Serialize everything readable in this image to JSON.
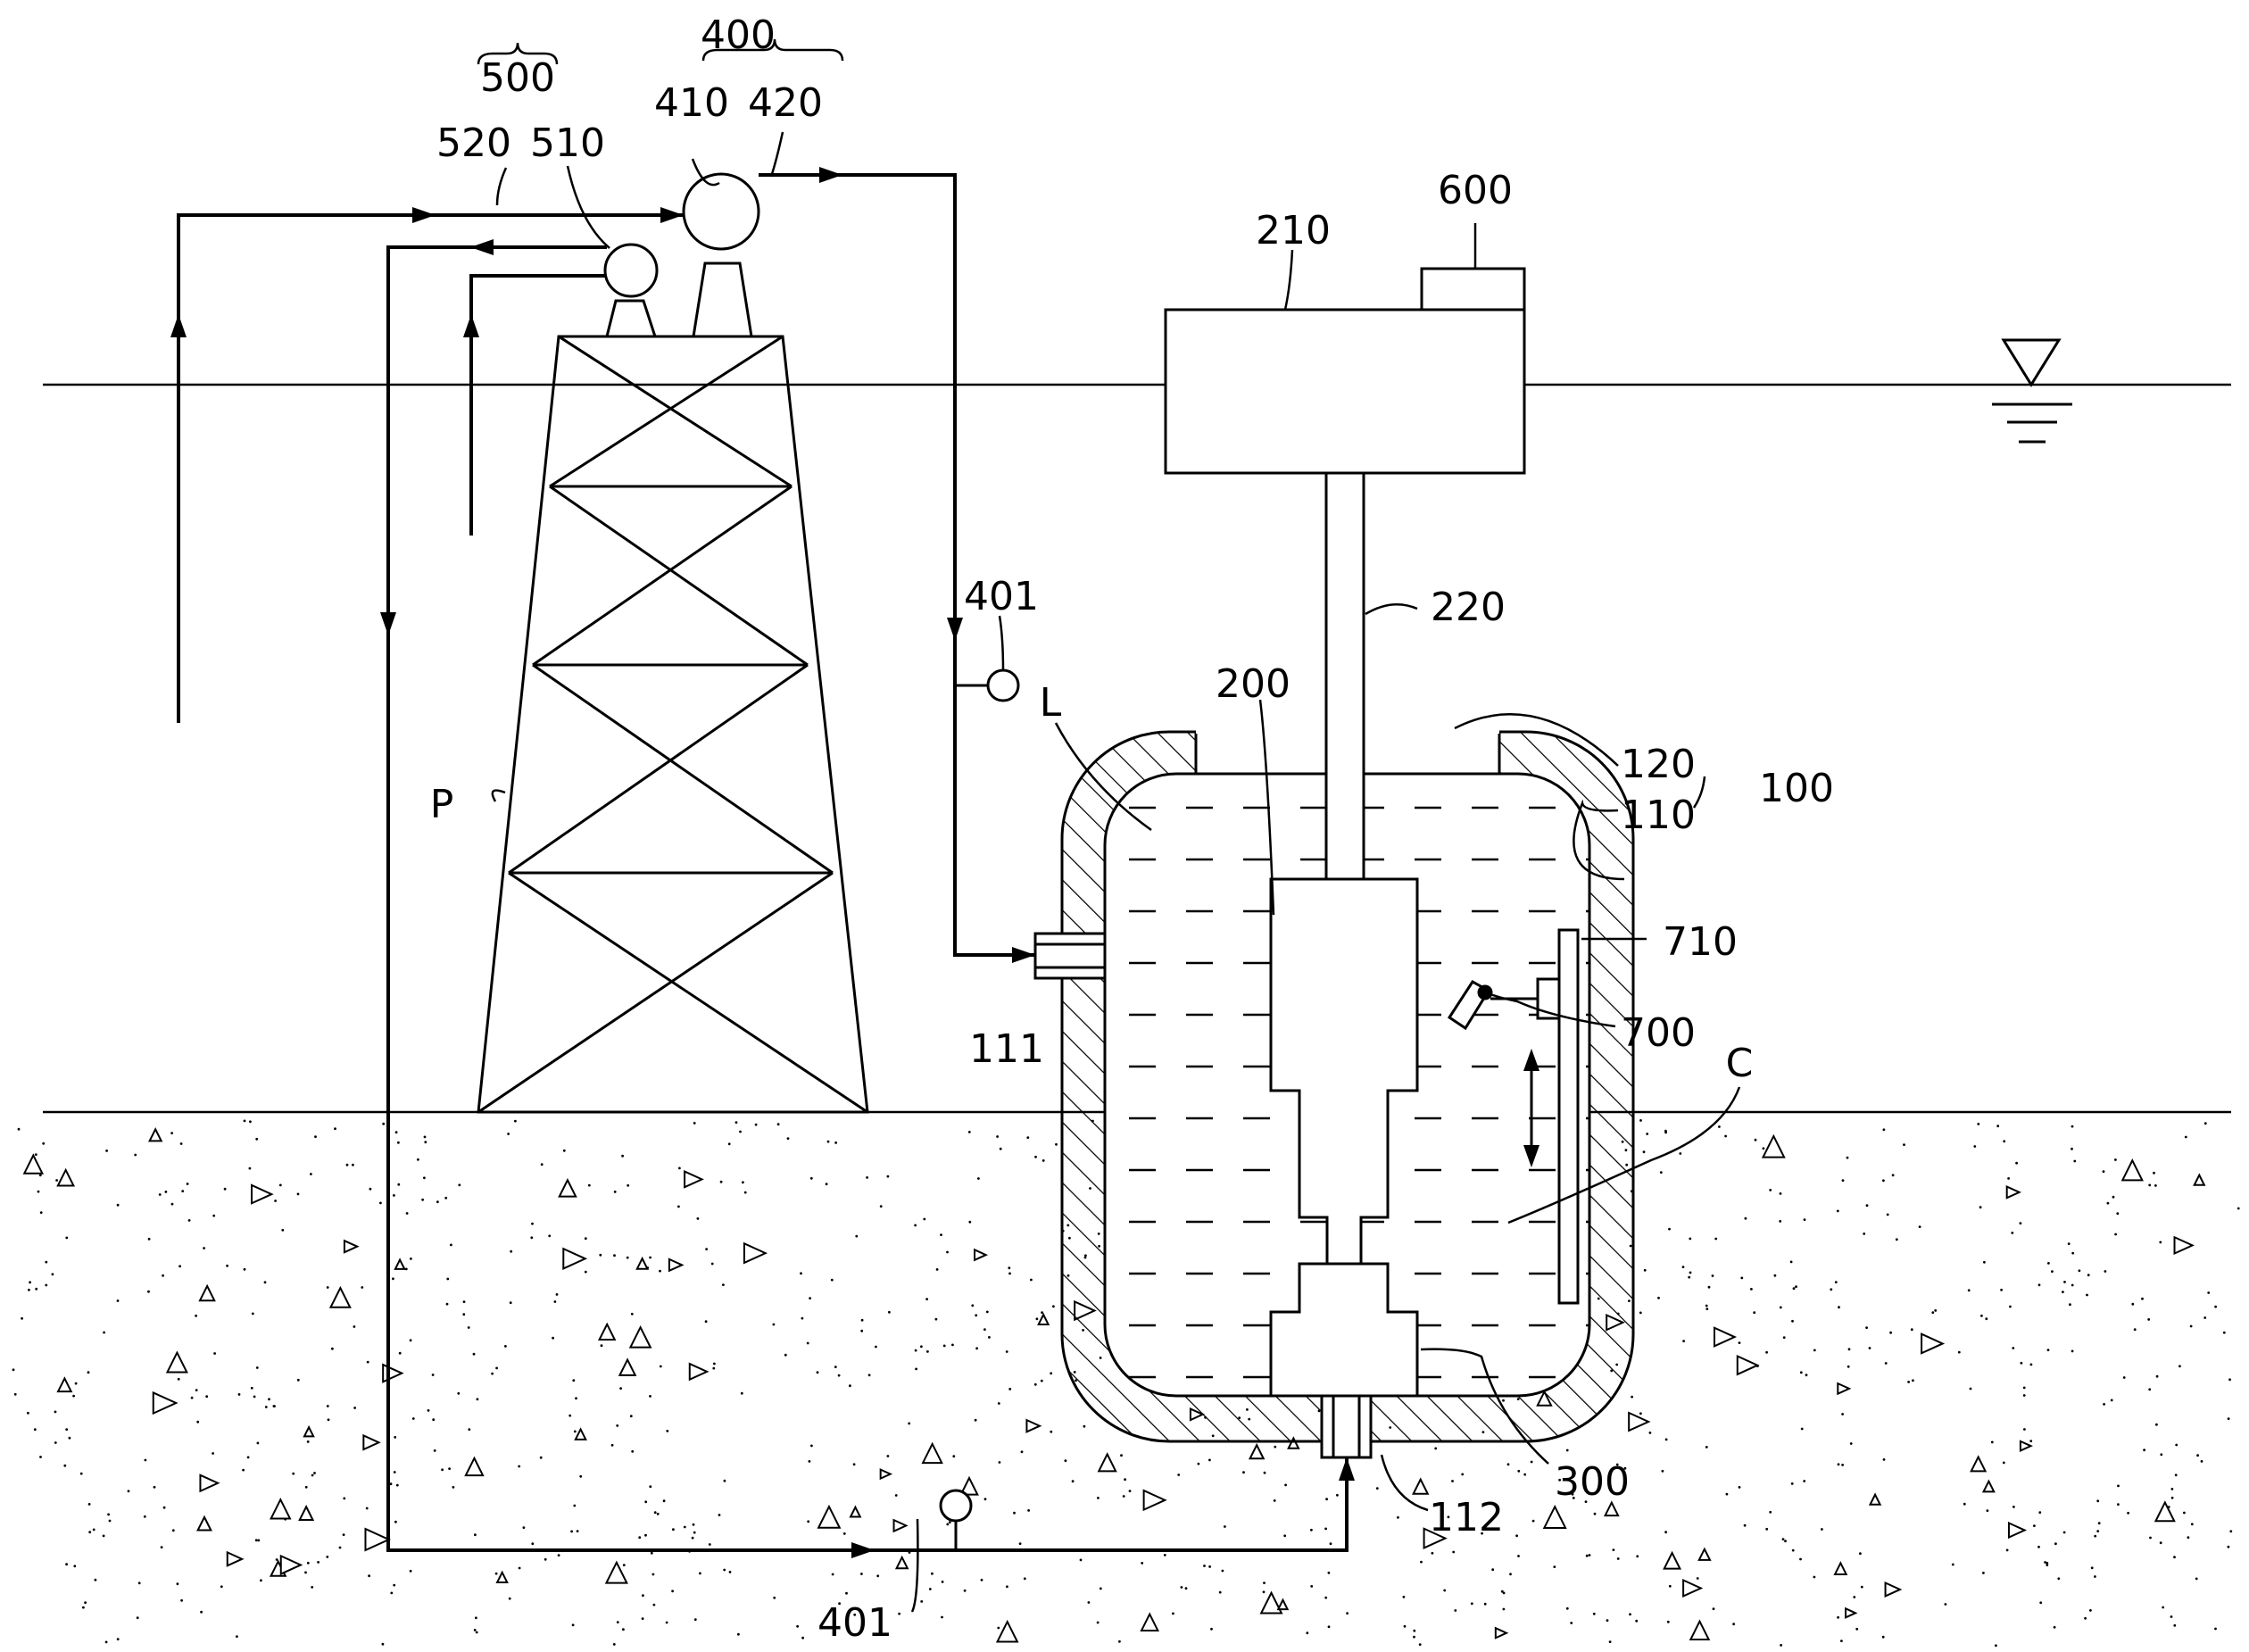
{
  "labels": {
    "l500": "500",
    "l400": "400",
    "l520": "520",
    "l510": "510",
    "l410": "410",
    "l420": "420",
    "l600": "600",
    "l210": "210",
    "l220": "220",
    "l200": "200",
    "l401a": "401",
    "l401b": "401",
    "lL": "L",
    "lP": "P",
    "l120": "120",
    "l110": "110",
    "l100": "100",
    "l710": "710",
    "l700": "700",
    "lC": "C",
    "l111": "111",
    "l112": "112",
    "l300": "300"
  },
  "colors": {
    "line": "#000000",
    "background": "#ffffff"
  }
}
